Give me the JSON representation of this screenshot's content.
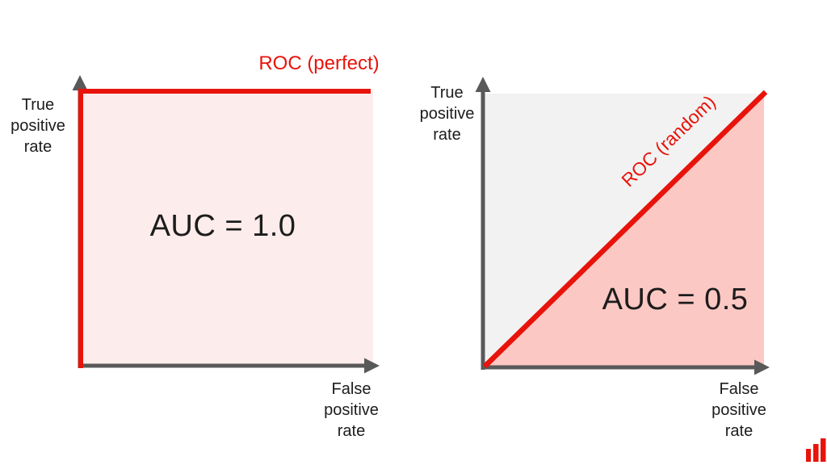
{
  "page": {
    "background": "#ffffff",
    "description_visible_content_only": "Two ROC curve charts side by side"
  },
  "colors": {
    "curve_red": "#e8130b",
    "area_under_perfect": "#fdecec",
    "area_under_random": "#fcc8c4",
    "area_above_random": "#f2f2f2",
    "axis_gray": "#595959",
    "label_black": "#1c1c1c"
  },
  "left_chart": {
    "curve_label": "ROC (perfect)",
    "auc_label": "AUC = 1.0",
    "y_axis_label": "True\npositive\nrate",
    "x_axis_label": "False\npositive\nrate"
  },
  "right_chart": {
    "curve_label": "ROC (random)",
    "auc_label": "AUC = 0.5",
    "y_axis_label": "True\npositive\nrate",
    "x_axis_label": "False\npositive\nrate"
  },
  "logo": {
    "name": "three-bar-chart-logo",
    "bar_color": "#e8130b",
    "bar_count": 3
  },
  "chart_data": [
    {
      "type": "line",
      "title": "ROC (perfect)",
      "xlabel": "False positive rate",
      "ylabel": "True positive rate",
      "xlim": [
        0,
        1
      ],
      "ylim": [
        0,
        1
      ],
      "grid": false,
      "axis_ticks": false,
      "series": [
        {
          "name": "ROC (perfect)",
          "points": [
            [
              0,
              0
            ],
            [
              0,
              1
            ],
            [
              1,
              1
            ]
          ],
          "color": "#e8130b"
        }
      ],
      "area": {
        "region": "under curve",
        "fill": "#fdecec",
        "auc": 1.0
      },
      "annotations": [
        "AUC = 1.0"
      ]
    },
    {
      "type": "line",
      "title": "ROC (random)",
      "xlabel": "False positive rate",
      "ylabel": "True positive rate",
      "xlim": [
        0,
        1
      ],
      "ylim": [
        0,
        1
      ],
      "grid": false,
      "axis_ticks": false,
      "series": [
        {
          "name": "ROC (random)",
          "points": [
            [
              0,
              0
            ],
            [
              1,
              1
            ]
          ],
          "color": "#e8130b"
        }
      ],
      "area": {
        "region_below_fill": "#fcc8c4",
        "region_above_fill": "#f2f2f2",
        "auc": 0.5
      },
      "annotations": [
        "AUC = 0.5"
      ]
    }
  ]
}
